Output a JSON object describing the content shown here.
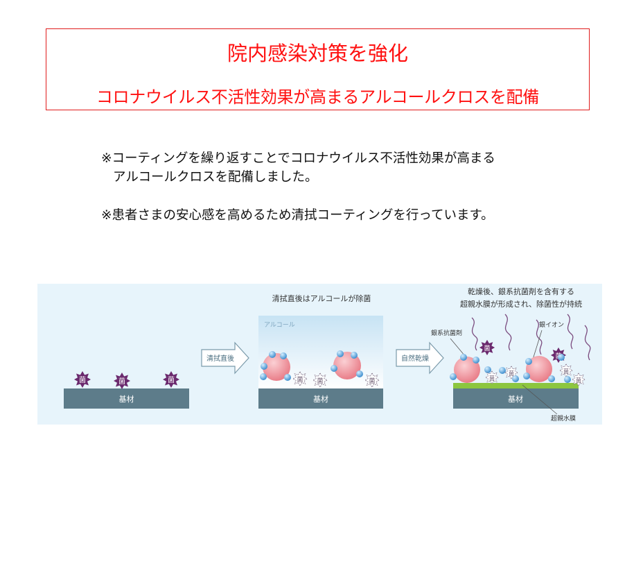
{
  "header": {
    "title": "院内感染対策を強化",
    "subtitle": "コロナウイルス不活性効果が高まるアルコールクロスを配備"
  },
  "notes": {
    "line1": "※コーティングを繰り返すことでコロナウイルス不活性効果が高まる",
    "line2": "アルコールクロスを配備しました。",
    "line3": "※患者さまの安心感を高めるため清拭コーティングを行っています。"
  },
  "figure": {
    "germ_label": "菌",
    "base_label": "基材",
    "arrow1_label": "清拭直後",
    "arrow2_label": "自然乾燥",
    "panel2_caption": "清拭直後はアルコールが除菌",
    "alcohol_label": "アルコール",
    "panel3_caption_line1": "乾燥後、銀系抗菌剤を含有する",
    "panel3_caption_line2": "超親水膜が形成され、除菌性が持続",
    "silver_agent_label": "銀系抗菌剤",
    "silver_ion_label": "銀イオン",
    "film_label": "超親水膜"
  },
  "colors": {
    "title_red": "#ff1010",
    "figure_bg": "#e7f4fb",
    "base_slate": "#5d7c8a",
    "germ_purple": "#6b2a6e",
    "film_green": "#8cc63f",
    "particle_pink": "#ef8f98",
    "ion_blue": "#4a9bd6"
  }
}
